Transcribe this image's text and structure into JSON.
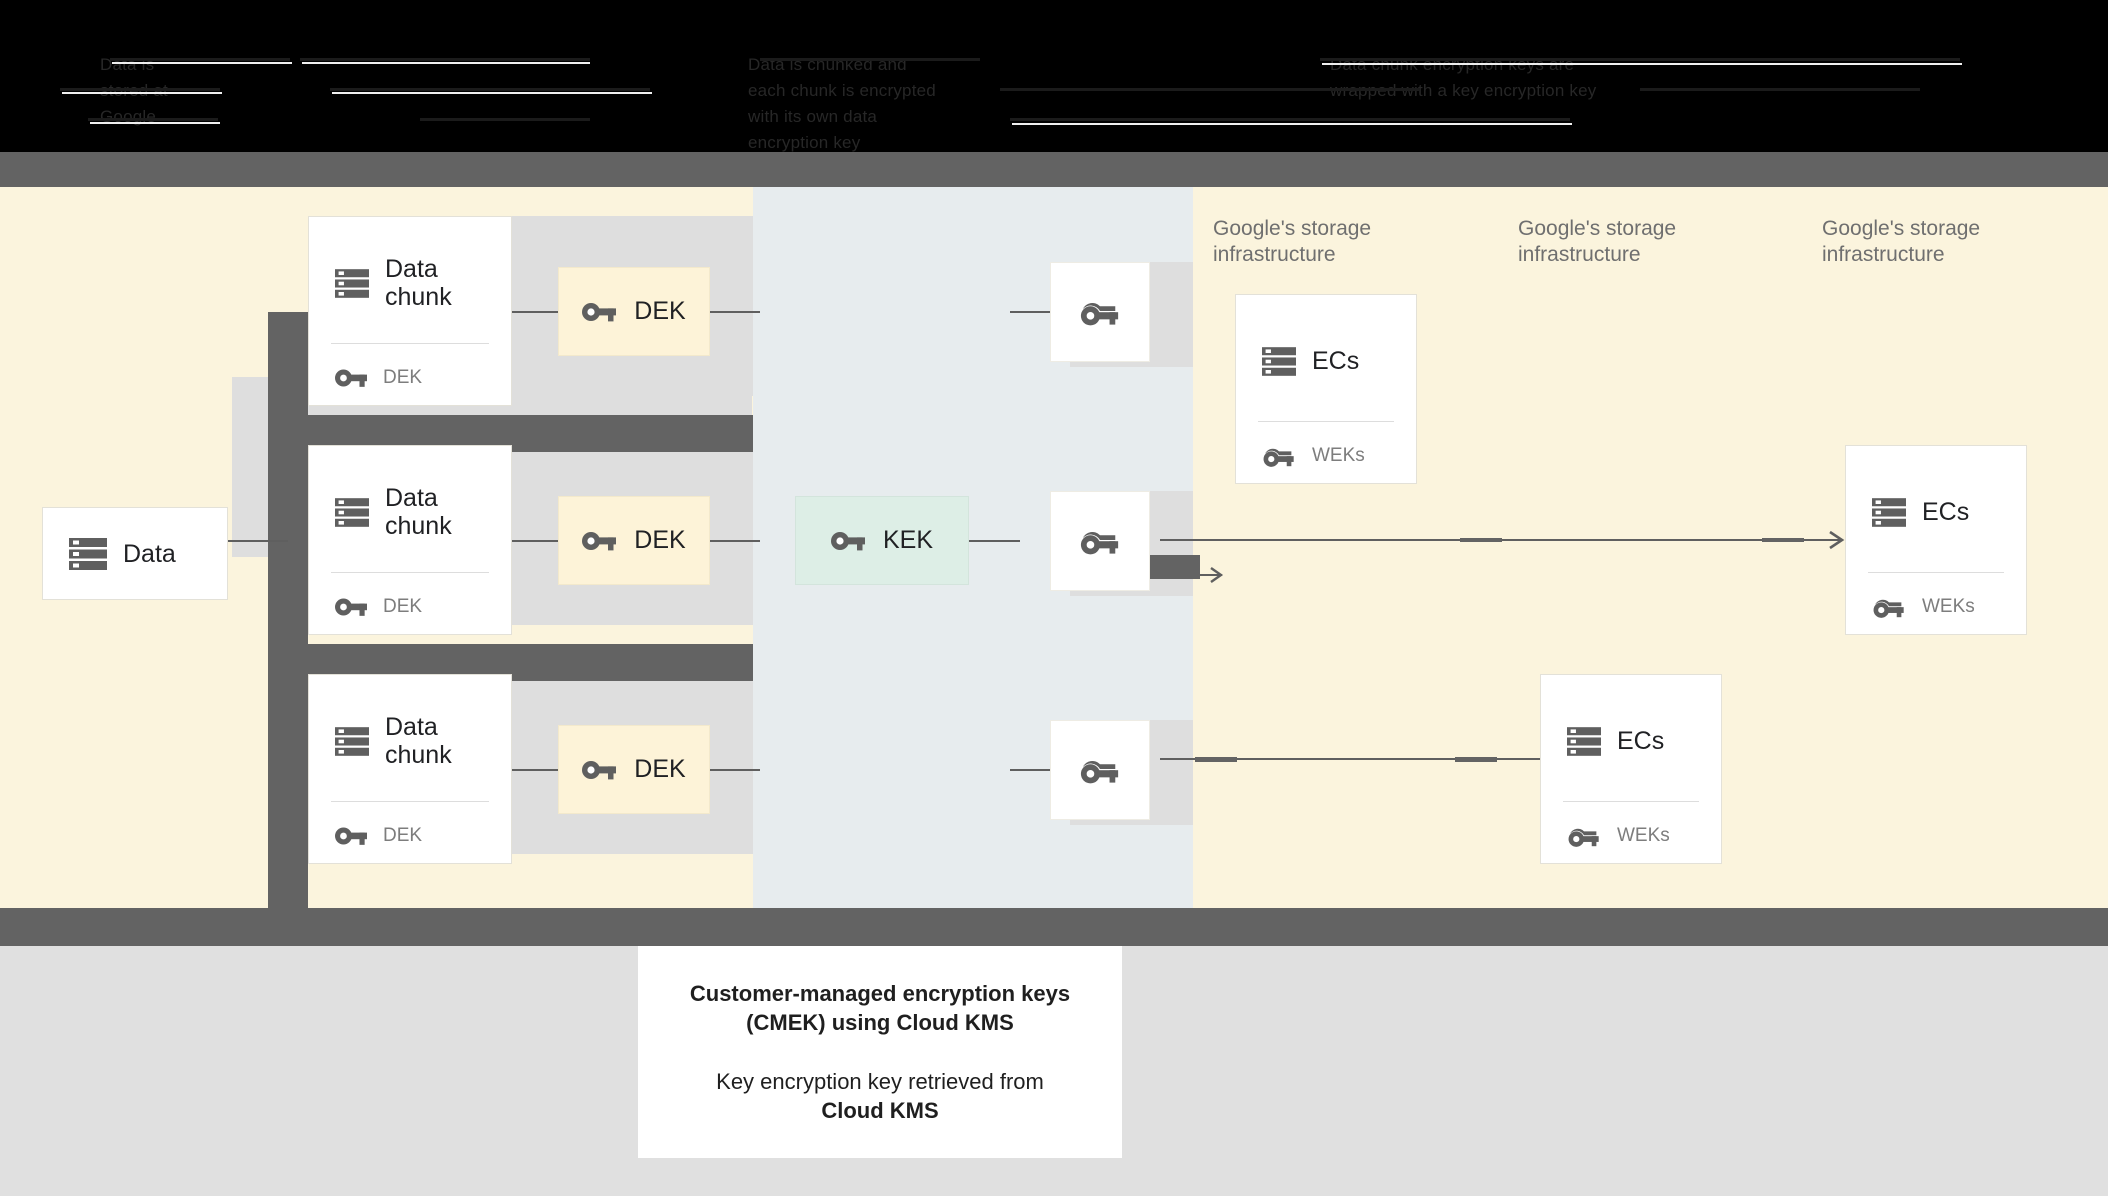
{
  "header": {
    "obscured": true,
    "columns": [
      {
        "text": "Data is\nstored at\nGoogle"
      },
      {
        "text": "Data is chunked and\neach chunk is encrypted\nwith its own data\nencryption key"
      },
      {
        "text": "Data chunk encryption keys are\nwrapped with a key encryption key"
      }
    ]
  },
  "diagram": {
    "data_box": {
      "label": "Data",
      "icon": "storage-stack-icon"
    },
    "chunks": [
      {
        "title": "Data chunk",
        "key_label": "DEK",
        "icon": "storage-stack-icon",
        "key_icon": "key-icon"
      },
      {
        "title": "Data chunk",
        "key_label": "DEK",
        "icon": "storage-stack-icon",
        "key_icon": "key-icon"
      },
      {
        "title": "Data chunk",
        "key_label": "DEK",
        "icon": "storage-stack-icon",
        "key_icon": "key-icon"
      }
    ],
    "dek_boxes": [
      {
        "label": "DEK",
        "icon": "key-icon"
      },
      {
        "label": "DEK",
        "icon": "key-icon"
      },
      {
        "label": "DEK",
        "icon": "key-icon"
      }
    ],
    "kek_box": {
      "label": "KEK",
      "icon": "key-icon"
    },
    "wek_keys": [
      {
        "icon": "double-key-icon"
      },
      {
        "icon": "double-key-icon"
      },
      {
        "icon": "double-key-icon"
      }
    ],
    "infra_labels": [
      {
        "text": "Google's storage\ninfrastructure"
      },
      {
        "text": "Google's storage\ninfrastructure"
      },
      {
        "text": "Google's storage\ninfrastructure"
      }
    ],
    "ec_cards": [
      {
        "title": "ECs",
        "key_label": "WEKs",
        "icon": "storage-stack-icon",
        "key_icon": "double-key-icon"
      },
      {
        "title": "ECs",
        "key_label": "WEKs",
        "icon": "storage-stack-icon",
        "key_icon": "double-key-icon"
      },
      {
        "title": "ECs",
        "key_label": "WEKs",
        "icon": "storage-stack-icon",
        "key_icon": "double-key-icon"
      }
    ]
  },
  "caption": {
    "title": "Customer-managed encryption keys\n(CMEK) using Cloud KMS",
    "body_lead": "Key encryption key retrieved from",
    "body_bold": "Cloud KMS"
  },
  "colors": {
    "canvas_cream": "#fbf4dd",
    "column_bluegray": "#e7ecee",
    "column_shadow": "#dedede",
    "band_gray": "#636363",
    "dek_fill": "#fdf3d8",
    "kek_fill": "#ddeee6",
    "bottom_gray": "#e0e0e0",
    "icon_gray": "#5f5f5f"
  }
}
